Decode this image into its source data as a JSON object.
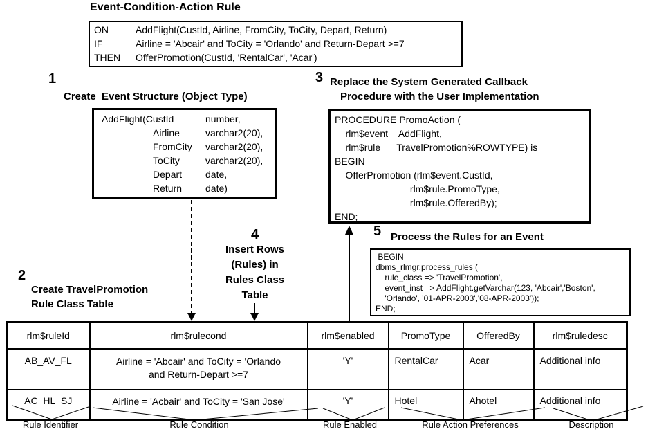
{
  "title": "Event-Condition-Action Rule",
  "colors": {
    "ink": "#000000",
    "background": "#ffffff"
  },
  "eca_box": {
    "lines": [
      {
        "kw": "ON",
        "text": "AddFlight(CustId, Airline, FromCity, ToCity, Depart, Return)"
      },
      {
        "kw": "IF",
        "text": "Airline = 'Abcair' and ToCity = 'Orlando' and Return-Depart >=7"
      },
      {
        "kw": "THEN",
        "text": "OfferPromotion(CustId, 'RentalCar', 'Acar')"
      }
    ]
  },
  "steps": {
    "step1": {
      "num": "1",
      "title": "Create  Event Structure (Object Type)"
    },
    "step2": {
      "num": "2",
      "title_line1": "Create TravelPromotion",
      "title_line2": "Rule Class Table"
    },
    "step3": {
      "num": "3",
      "title_line1": "Replace the System Generated Callback",
      "title_line2": "Procedure with the User Implementation"
    },
    "step4": {
      "num": "4",
      "title_lines": [
        "Insert Rows",
        "(Rules) in",
        "Rules Class",
        "Table"
      ]
    },
    "step5": {
      "num": "5",
      "title": "Process the Rules for an Event"
    }
  },
  "object_type": {
    "lines": [
      {
        "name": "AddFlight(CustId",
        "type": "number,"
      },
      {
        "name": "Airline",
        "type": "varchar2(20),"
      },
      {
        "name": "FromCity",
        "type": "varchar2(20),"
      },
      {
        "name": "ToCity",
        "type": "varchar2(20),"
      },
      {
        "name": "Depart",
        "type": "date,"
      },
      {
        "name": "Return",
        "type": "date)"
      }
    ]
  },
  "callback_code": "PROCEDURE PromoAction (\n    rlm$event    AddFlight,\n    rlm$rule      TravelPromotion%ROWTYPE) is\nBEGIN\n    OfferPromotion (rlm$event.CustId,\n                            rlm$rule.PromoType,\n                            rlm$rule.OfferedBy);\nEND;",
  "process_code": " BEGIN\ndbms_rlmgr.process_rules (\n    rule_class => 'TravelPromotion',\n    event_inst => AddFlight.getVarchar(123, 'Abcair','Boston',\n    'Orlando', '01-APR-2003','08-APR-2003'));\nEND;",
  "rule_table": {
    "headers": [
      "rlm$ruleId",
      "rlm$rulecond",
      "rlm$enabled",
      "PromoType",
      "OfferedBy",
      "rlm$ruledesc"
    ],
    "rows": [
      [
        "AB_AV_FL",
        "Airline = 'Abcair' and ToCity = 'Orlando\nand Return-Depart >=7",
        "'Y'",
        "RentalCar",
        "Acar",
        "Additional info"
      ],
      [
        "AC_HL_SJ",
        "Airline = 'Acbair' and ToCity = 'San Jose'",
        "'Y'",
        "Hotel",
        "Ahotel",
        "Additional info"
      ]
    ]
  },
  "footer_labels": [
    "Rule Identifier",
    "Rule Condition",
    "Rule Enabled",
    "Rule Action Preferences",
    "Description"
  ]
}
